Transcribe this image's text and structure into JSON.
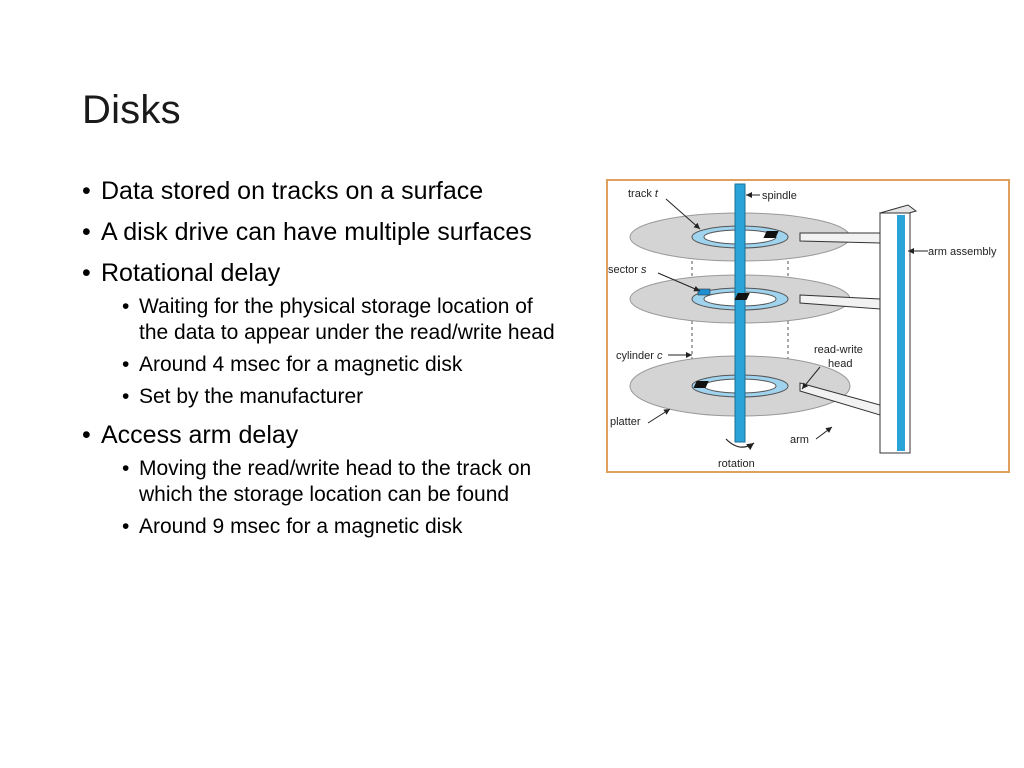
{
  "slide": {
    "title": "Disks",
    "bullets": [
      {
        "text": "Data stored on tracks on a surface",
        "sub": []
      },
      {
        "text": "A disk drive can have multiple surfaces",
        "sub": []
      },
      {
        "text": "Rotational delay",
        "sub": [
          "Waiting for the physical storage location of the data to appear under the read/write head",
          "Around 4 msec for a magnetic disk",
          "Set by the manufacturer"
        ]
      },
      {
        "text": "Access arm delay",
        "sub": [
          "Moving the read/write head to the track on which the storage location can be found",
          "Around 9 msec for a magnetic disk"
        ]
      }
    ]
  },
  "figure": {
    "labels": {
      "track_prefix": "track ",
      "track_var": "t",
      "spindle": "spindle",
      "arm_assembly": "arm assembly",
      "sector_prefix": "sector ",
      "sector_var": "s",
      "cylinder_prefix": "cylinder ",
      "cylinder_var": "c",
      "read_write_line1": "read-write",
      "read_write_line2": "head",
      "platter": "platter",
      "arm": "arm",
      "rotation": "rotation"
    },
    "colors": {
      "border": "#e0a060",
      "spindle": "#29a3d8",
      "platter": "#d4d4d4",
      "track": "#9fd3ee",
      "sector": "#1e8fd0"
    }
  }
}
